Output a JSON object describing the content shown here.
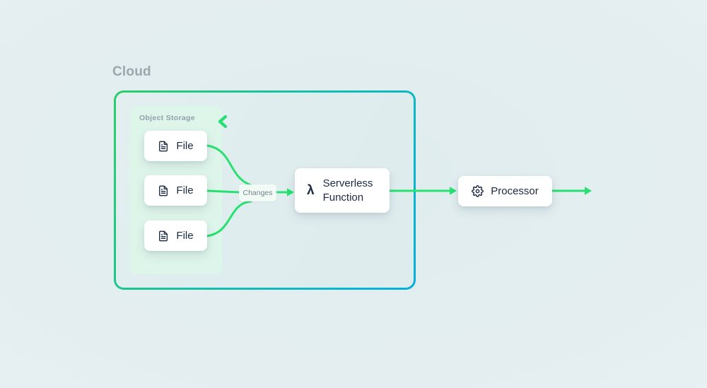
{
  "title": {
    "label": "Cloud"
  },
  "object_storage": {
    "label": "Object Storage",
    "files": [
      {
        "label": "File"
      },
      {
        "label": "File"
      },
      {
        "label": "File"
      }
    ]
  },
  "edge": {
    "label": "Changes"
  },
  "serverless": {
    "icon_glyph": "λ",
    "label": "Serverless Function"
  },
  "processor": {
    "label": "Processor"
  },
  "colors": {
    "accent_green": "#27e170",
    "container_border_start": "#2bce68",
    "container_border_end": "#05aedd",
    "node_text": "#1d2a44",
    "muted_text": "#93a2ab",
    "group_fill": "#ddf7e8",
    "background": "#e4eef1"
  }
}
